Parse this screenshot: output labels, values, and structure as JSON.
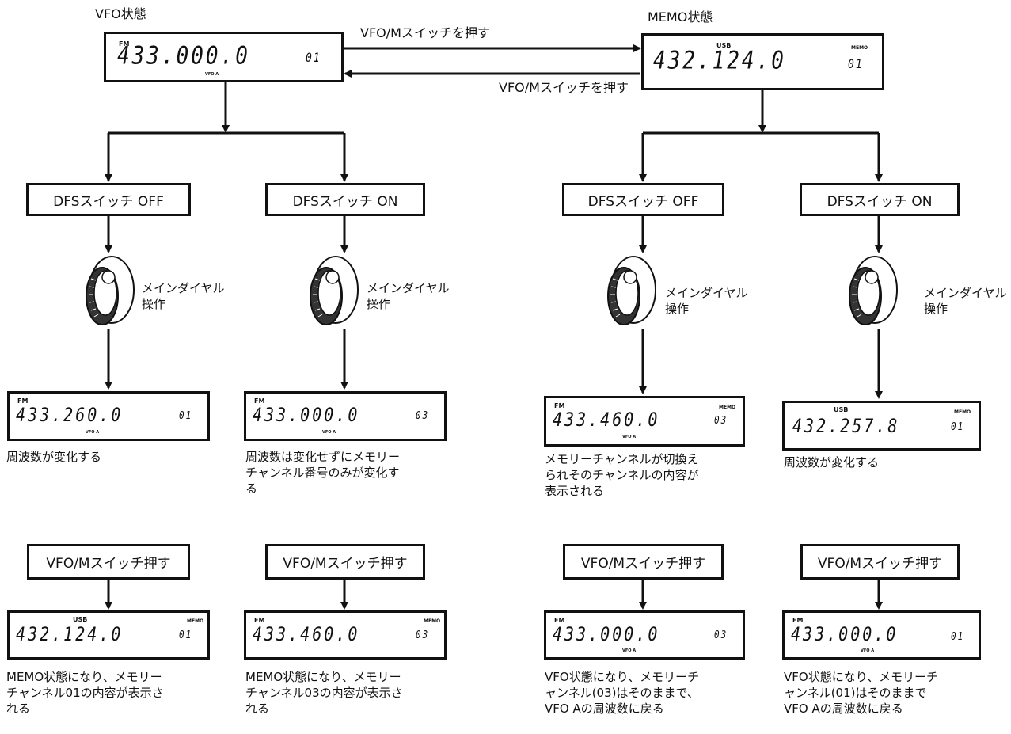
{
  "states": {
    "vfo_title": "VFO状態",
    "memo_title": "MEMO状態",
    "to_memo_label": "VFO/Mスイッチを押す",
    "to_vfo_label": "VFO/Mスイッチを押す"
  },
  "top_displays": {
    "vfo": {
      "mode": "FM",
      "freq": "433.000.0",
      "ch": "01",
      "vfo": "VFO A"
    },
    "memo": {
      "mode": "USB",
      "memo": "MEMO",
      "freq": "432.124.0",
      "ch": "01"
    }
  },
  "branches": [
    {
      "switch_label": "DFSスイッチ OFF",
      "dial_label": "メインダイヤル\n操作",
      "display1": {
        "mode": "FM",
        "memo": "",
        "freq": "433.260.0",
        "ch": "01",
        "vfo": "VFO A"
      },
      "description1": "周波数が変化する",
      "button_label": "VFO/Mスイッチ押す",
      "display2": {
        "mode": "USB",
        "memo": "MEMO",
        "freq": "432.124.0",
        "ch": "01",
        "vfo": ""
      },
      "description2": "MEMO状態になり、メモリー\nチャンネル01の内容が表示さ\nれる"
    },
    {
      "switch_label": "DFSスイッチ ON",
      "dial_label": "メインダイヤル\n操作",
      "display1": {
        "mode": "FM",
        "memo": "",
        "freq": "433.000.0",
        "ch": "03",
        "vfo": "VFO A"
      },
      "description1": "周波数は変化せずにメモリー\nチャンネル番号のみが変化す\nる",
      "button_label": "VFO/Mスイッチ押す",
      "display2": {
        "mode": "FM",
        "memo": "MEMO",
        "freq": "433.460.0",
        "ch": "03",
        "vfo": ""
      },
      "description2": "MEMO状態になり、メモリー\nチャンネル03の内容が表示さ\nれる"
    },
    {
      "switch_label": "DFSスイッチ OFF",
      "dial_label": "メインダイヤル\n操作",
      "display1": {
        "mode": "FM",
        "memo": "MEMO",
        "freq": "433.460.0",
        "ch": "03",
        "vfo": "VFO A"
      },
      "description1": "メモリーチャンネルが切換え\nられそのチャンネルの内容が\n表示される",
      "button_label": "VFO/Mスイッチ押す",
      "display2": {
        "mode": "FM",
        "memo": "",
        "freq": "433.000.0",
        "ch": "03",
        "vfo": "VFO A"
      },
      "description2": "VFO状態になり、メモリーチ\nャンネル(03)はそのままで、\nVFO Aの周波数に戻る"
    },
    {
      "switch_label": "DFSスイッチ ON",
      "dial_label": "メインダイヤル\n操作",
      "display1": {
        "mode": "USB",
        "memo": "MEMO",
        "freq": "432.257.8",
        "ch": "01",
        "vfo": ""
      },
      "description1": "周波数が変化する",
      "button_label": "VFO/Mスイッチ押す",
      "display2": {
        "mode": "FM",
        "memo": "",
        "freq": "433.000.0",
        "ch": "01",
        "vfo": "VFO A"
      },
      "description2": "VFO状態になり、メモリーチ\nャンネル(01)はそのままで\nVFO Aの周波数に戻る"
    }
  ]
}
